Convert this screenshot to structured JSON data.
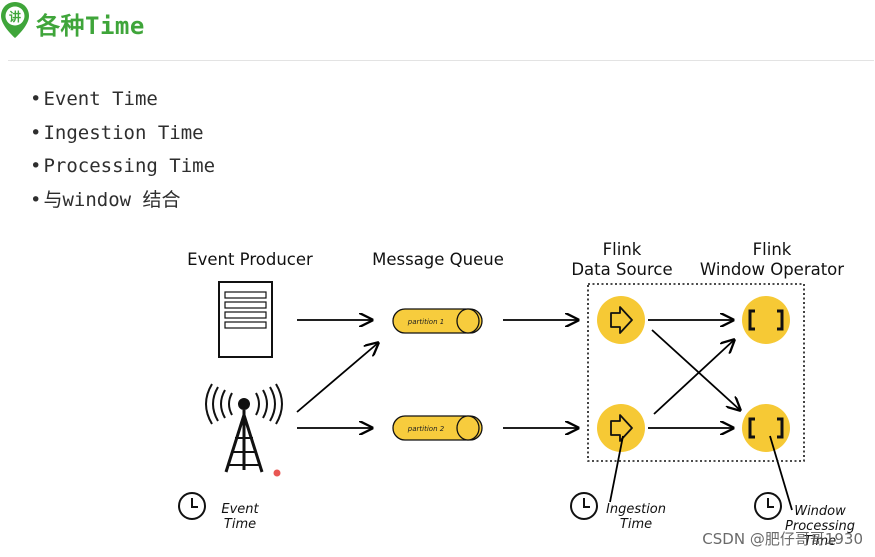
{
  "header": {
    "logo_char": "讲",
    "title": "各种Time",
    "accent_color": "#3fa53a"
  },
  "bullets": [
    "Event Time",
    "Ingestion Time",
    "Processing Time",
    "与window 结合"
  ],
  "bullet_glyph": "•",
  "diagram": {
    "event_producer": "Event Producer",
    "message_queue": "Message Queue",
    "flink_source": [
      "Flink",
      "Data Source"
    ],
    "flink_window": [
      "Flink",
      "Window Operator"
    ],
    "partitions": [
      "partition 1",
      "partition 2"
    ],
    "source_icon": "arrow-right-icon",
    "window_icon": "brackets-icon",
    "event_time": [
      "Event",
      "Time"
    ],
    "ingestion_time": [
      "Ingestion",
      "Time"
    ],
    "processing_time": [
      "Window",
      "Processing",
      "Time"
    ],
    "node_color": "#f6c935",
    "pill_color": "#f7cc3d"
  },
  "watermark": "CSDN @肥仔哥哥1930"
}
